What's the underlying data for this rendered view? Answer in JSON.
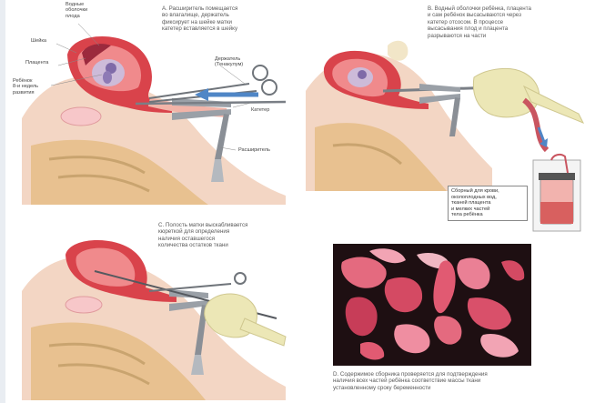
{
  "panel_a": {
    "caption": "A. Расширитель помещается\nво влагалище, держатель\nфиксирует на шейке матки\nкатетер вставляется в шейку",
    "labels": {
      "amniotic_sac": "Водные\nоболочки\nплода",
      "cervix": "Шейка",
      "placenta": "Плацента",
      "fetus": "Ребёнок\n8-и недель\nразвития",
      "holder": "Держатель\n(Тенакулум)",
      "catheter": "Катетер",
      "speculum": "Расширитель"
    }
  },
  "panel_b": {
    "caption": "B. Водный оболочки ребёнка, плацента\nи сам ребёнок высасываются через\nкатетер отсосом. В процессе\nвысасывания плод и плацента\nразрываются на части",
    "jar_label": "Сборный для крови,\nоколоплодных вод,\nтканей плацента\nи мелких частей\nтела ребёнка"
  },
  "panel_c": {
    "caption": "C. Полость матки выскабливается\nкюреткой для определения\nналичия оставшегося\nколичества остатков ткани"
  },
  "panel_d": {
    "caption": "D. Содержимое сборника проверяется для подтверждения\nналичия всех частей ребёнка соответствие массы ткани\nустановленному сроку беременности"
  },
  "colors": {
    "uterus": "#d9434b",
    "uterus_inner": "#f08a8c",
    "skin": "#f3d6c4",
    "tissue": "#e7b9a0",
    "instrument": "#8a8f96",
    "arrow": "#4f86c6",
    "glove": "#ece7b6",
    "photo_bg": "#1e0f12",
    "border": "#e9edf2"
  }
}
